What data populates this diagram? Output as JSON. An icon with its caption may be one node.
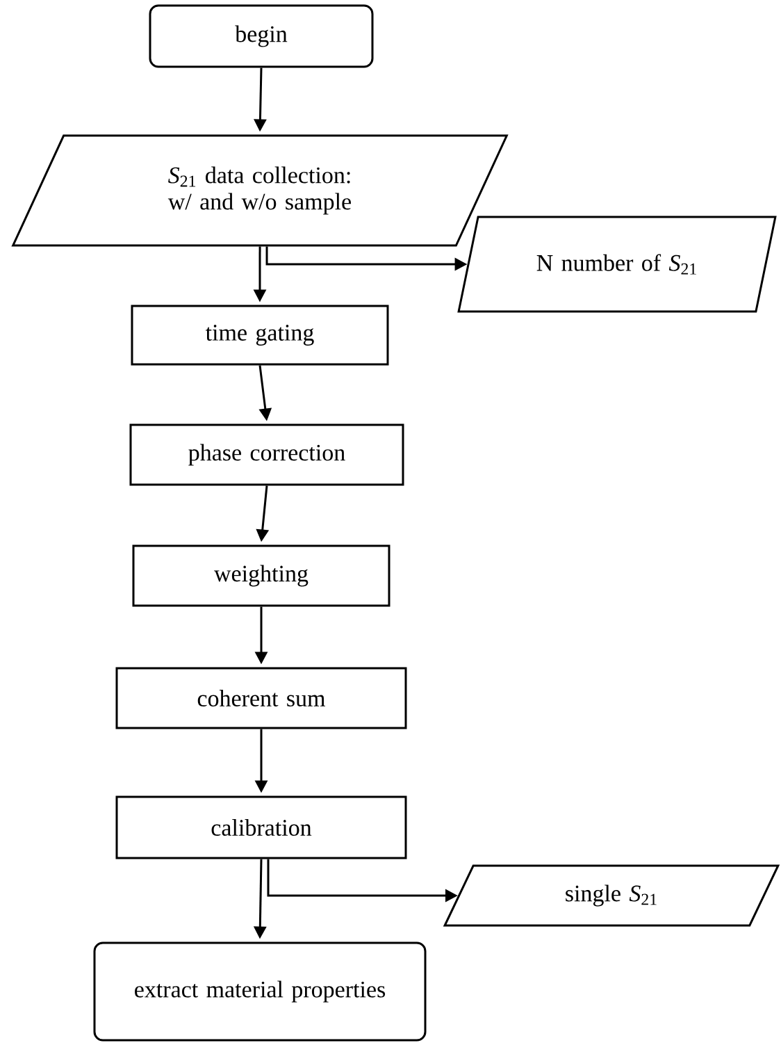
{
  "diagram": {
    "nodes": [
      {
        "text": [
          "begin"
        ]
      },
      {
        "text": [
          "*S*$_{21}$ data collection: w/ and w/o sample"
        ]
      },
      {
        "text": [
          "N number of *S*$_{21}$"
        ]
      },
      {
        "text": [
          "time gating"
        ]
      },
      {
        "text": [
          "phase correction"
        ]
      },
      {
        "text": [
          "weighting"
        ]
      },
      {
        "text": [
          "coherent sum"
        ]
      },
      {
        "text": [
          "calibration"
        ]
      },
      {
        "text": [
          "single *S*$_{21}$"
        ]
      },
      {
        "text": [
          "extract material properties"
        ]
      }
    ],
    "edges": [
      {
        "from": 0,
        "to": 1,
        "arrow": "to"
      },
      {
        "from": 1,
        "to": 3,
        "arrow": "to"
      },
      {
        "from": 1,
        "to": 2,
        "arrow": "to"
      },
      {
        "from": 3,
        "to": 4,
        "arrow": "to"
      },
      {
        "from": 4,
        "to": 5,
        "arrow": "to"
      },
      {
        "from": 5,
        "to": 6,
        "arrow": "to"
      },
      {
        "from": 6,
        "to": 7,
        "arrow": "to"
      },
      {
        "from": 7,
        "to": 9,
        "arrow": "to"
      },
      {
        "from": 7,
        "to": 8,
        "arrow": "to"
      }
    ]
  }
}
